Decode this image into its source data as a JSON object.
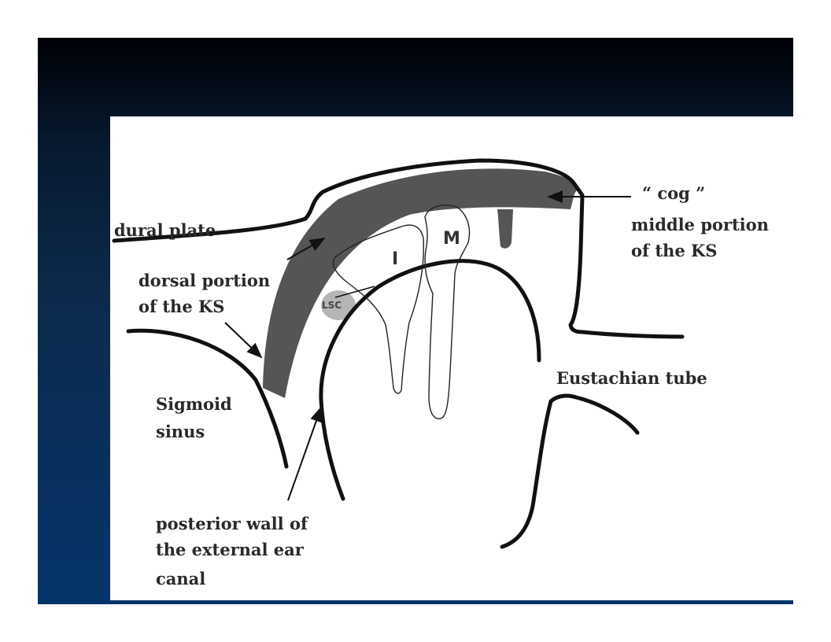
{
  "labels": {
    "dural_plate": "dural plate",
    "dorsal_portion_1": "dorsal  portion",
    "dorsal_portion_2": "of the KS",
    "cog": "“ cog ”",
    "middle_portion_1": "middle portion",
    "middle_portion_2": "of the KS",
    "incus": "I",
    "malleus": "M",
    "lsc": "LSC",
    "eustachian_tube": "Eustachian tube",
    "sigmoid_1": "Sigmoid",
    "sigmoid_2": "sinus",
    "posterior_1": "posterior wall of",
    "posterior_2": "the external ear",
    "posterior_3": "canal"
  },
  "colors": {
    "ks_fill": "#555555",
    "lsc_fill": "#b5b5b5",
    "line": "#111111"
  }
}
